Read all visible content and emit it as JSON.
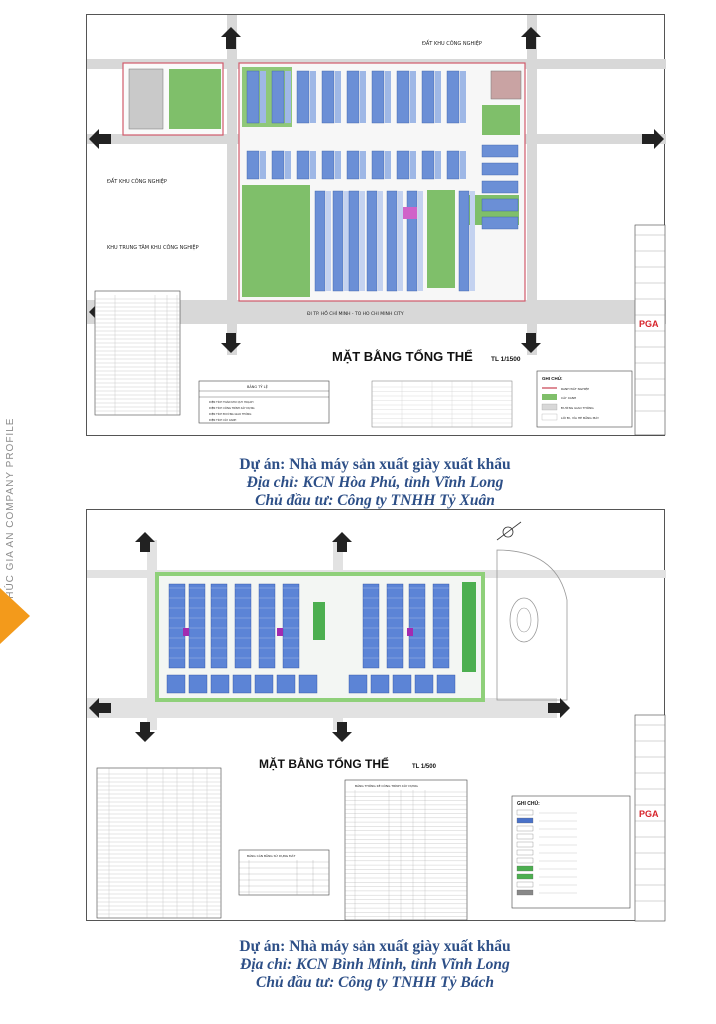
{
  "sidebar": {
    "label": "PHÚC GIA AN COMPANY PROFILE"
  },
  "colors": {
    "accent_orange": "#f39a1b",
    "caption_blue": "#2d4f87",
    "green_area": "#7fbf6a",
    "roof_blue": "#6b8fd6",
    "logo_red": "#d6232a"
  },
  "projects": [
    {
      "drawing": {
        "title": "MẶT BẰNG TỔNG THỂ",
        "scale": "TL 1/1500",
        "top_label": "ĐẤT KHU CÔNG NGHIỆP",
        "left_label_1": "ĐẤT KHU CÔNG NGHIỆP",
        "left_label_2": "KHU TRUNG TÂM KHU CÔNG NGHIỆP",
        "road_label": "ĐI TP. HỒ CHÍ MINH - TO HO CHI MINH CITY",
        "legend_title": "GHI CHÚ:",
        "legend_items": [
          "RANH ĐẤT NGHIỆP",
          "CÂY XANH",
          "ĐƯỜNG GIAO THÔNG",
          "LỐI ĐI, VỈA HÈ BẰNG MÁY"
        ],
        "stats_title": "BẢNG TỶ LỆ",
        "stats_rows": [
          "DIỆN TÍCH TOÀN KHU QUY HOẠCH",
          "DIỆN TÍCH CÔNG TRÌNH XÂY DỰNG",
          "DIỆN TÍCH ĐƯỜNG GIAO THÔNG",
          "DIỆN TÍCH CÂY XANH"
        ],
        "logo": "PGA"
      },
      "caption": {
        "project": "Dự án: Nhà máy sản xuất giày xuất khẩu",
        "address": "Địa chỉ: KCN Hòa Phú, tỉnh Vĩnh Long",
        "investor": "Chủ đầu tư: Công ty TNHH Tỷ Xuân"
      }
    },
    {
      "drawing": {
        "title": "MẶT BẰNG TỔNG THỂ",
        "scale": "TL 1/500",
        "legend_title": "GHI CHÚ:",
        "stats_title": "BẢNG CÂN BẰNG SỬ DỤNG ĐẤT",
        "table_title": "BẢNG THỐNG KÊ CÔNG TRÌNH XÂY DỰNG",
        "logo": "PGA"
      },
      "caption": {
        "project": "Dự án: Nhà máy sản xuất giày xuất khẩu",
        "address": "Địa chỉ: KCN Bình Minh, tỉnh Vĩnh Long",
        "investor": "Chủ đầu tư: Công ty TNHH Tỷ Bách"
      }
    }
  ]
}
